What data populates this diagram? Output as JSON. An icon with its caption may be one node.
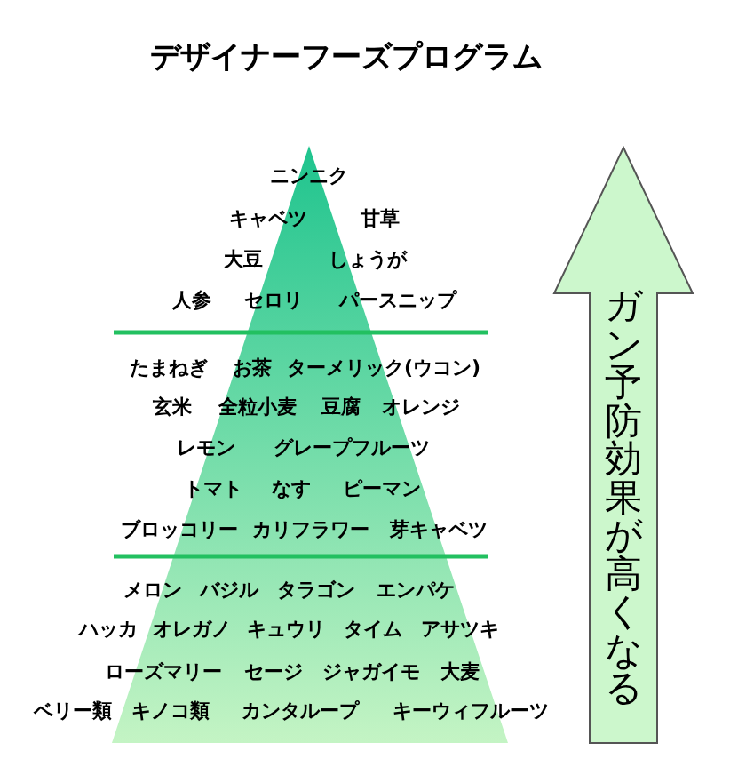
{
  "diagram": {
    "title": "デザイナーフーズプログラム",
    "nodes": [
      {
        "text": [
          "ガン予防効果が高くなる"
        ]
      }
    ],
    "labels": [
      "ニンニク",
      "キャベツ",
      "甘草",
      "大豆",
      "しょうが",
      "人参",
      "セロリ",
      "パースニップ",
      "たまねぎ",
      "お茶",
      "ターメリック(ウコン)",
      "玄米",
      "全粒小麦",
      "豆腐",
      "オレンジ",
      "レモン",
      "グレープフルーツ",
      "トマト",
      "なす",
      "ピーマン",
      "ブロッコリー",
      "カリフラワー",
      "芽キャベツ",
      "メロン",
      "バジル",
      "タラゴン",
      "エンパケ",
      "ハッカ",
      "オレガノ",
      "キュウリ",
      "タイム",
      "アサツキ",
      "ローズマリー",
      "セージ",
      "ジャガイモ",
      "大麦",
      "ベリー類",
      "キノコ類",
      "カンタループ",
      "キーウィフルーツ"
    ]
  }
}
